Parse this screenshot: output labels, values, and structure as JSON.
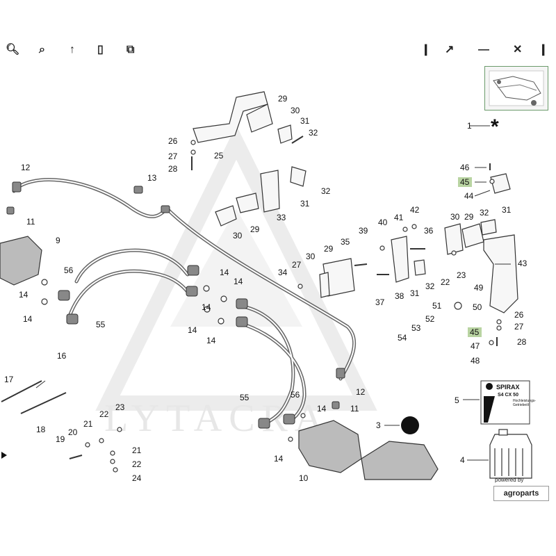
{
  "toolbar": {
    "icons": [
      "zoom-out-icon",
      "zoom-in-icon",
      "pointer-icon",
      "fit-icon",
      "fullscreen-icon",
      "info-icon",
      "share-icon",
      "minus-icon",
      "close-icon"
    ]
  },
  "diagram": {
    "callouts": [
      "1",
      "3",
      "4",
      "5",
      "9",
      "10",
      "11",
      "12",
      "13",
      "14",
      "16",
      "17",
      "18",
      "19",
      "20",
      "21",
      "22",
      "23",
      "24",
      "25",
      "26",
      "27",
      "28",
      "29",
      "30",
      "31",
      "32",
      "33",
      "34",
      "35",
      "36",
      "37",
      "38",
      "39",
      "40",
      "41",
      "42",
      "43",
      "44",
      "45",
      "46",
      "47",
      "48",
      "49",
      "50",
      "51",
      "52",
      "53",
      "54",
      "55",
      "56"
    ],
    "highlighted": [
      "45"
    ],
    "asterisk": "*",
    "watermark": "LYTACRA",
    "product_label": {
      "brand": "SPIRAX",
      "grade": "S4 CX 50",
      "line1": "Hochleistungs-",
      "line2": "Getriebeöl"
    }
  },
  "footer": {
    "powered_by": "powered by",
    "brand": "agroparts"
  }
}
